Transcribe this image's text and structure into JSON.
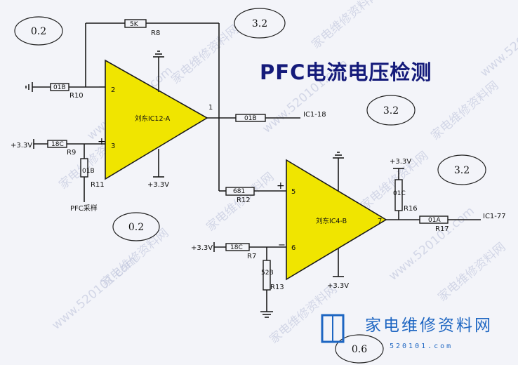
{
  "title": "PFC电流电压检测",
  "voltage_bubbles": [
    "0.2",
    "3.2",
    "3.2",
    "3.2",
    "0.2",
    "0.6"
  ],
  "opamps": [
    {
      "name": "刘东IC12-A",
      "pin_minus": "2",
      "pin_plus": "3",
      "pin_out": "1"
    },
    {
      "name": "刘东IC4-B",
      "pin_minus": "6",
      "pin_plus": "5",
      "pin_out": "7"
    }
  ],
  "resistors": {
    "r8": {
      "code": "5K",
      "ref": "R8"
    },
    "r10": {
      "code": "01B",
      "ref": "R10"
    },
    "r9": {
      "code": "18C",
      "ref": "R9"
    },
    "r11": {
      "code": "01B",
      "ref": "R11"
    },
    "ic1_18": {
      "code": "01B"
    },
    "r12": {
      "code": "681",
      "ref": "R12"
    },
    "r7": {
      "code": "18C",
      "ref": "R7"
    },
    "r13": {
      "code": "52B",
      "ref": "R13"
    },
    "r16": {
      "code": "01C",
      "ref": "R16"
    },
    "r17": {
      "code": "01A",
      "ref": "R17"
    }
  },
  "labels": {
    "vplus_r9": "+3.3V",
    "vplus_ic12": "+3.3V",
    "vplus_r7": "+3.3V",
    "vplus_ic4": "+3.3V",
    "vplus_r16": "+3.3V",
    "pfc_sample": "PFC采样",
    "out_ic1_18": "IC1-18",
    "out_ic1_77": "IC1-77",
    "plus_sign": "+",
    "minus_sign": "−"
  },
  "watermark": "家电维修资料网",
  "watermark_url": "www.520101.com",
  "logo": {
    "text": "家电维修资料网",
    "url": "520101.com"
  },
  "colors": {
    "opamp_fill": "#f0e500",
    "title": "#141a7a",
    "logo": "#1e66c2",
    "background": "#f3f4f9"
  }
}
